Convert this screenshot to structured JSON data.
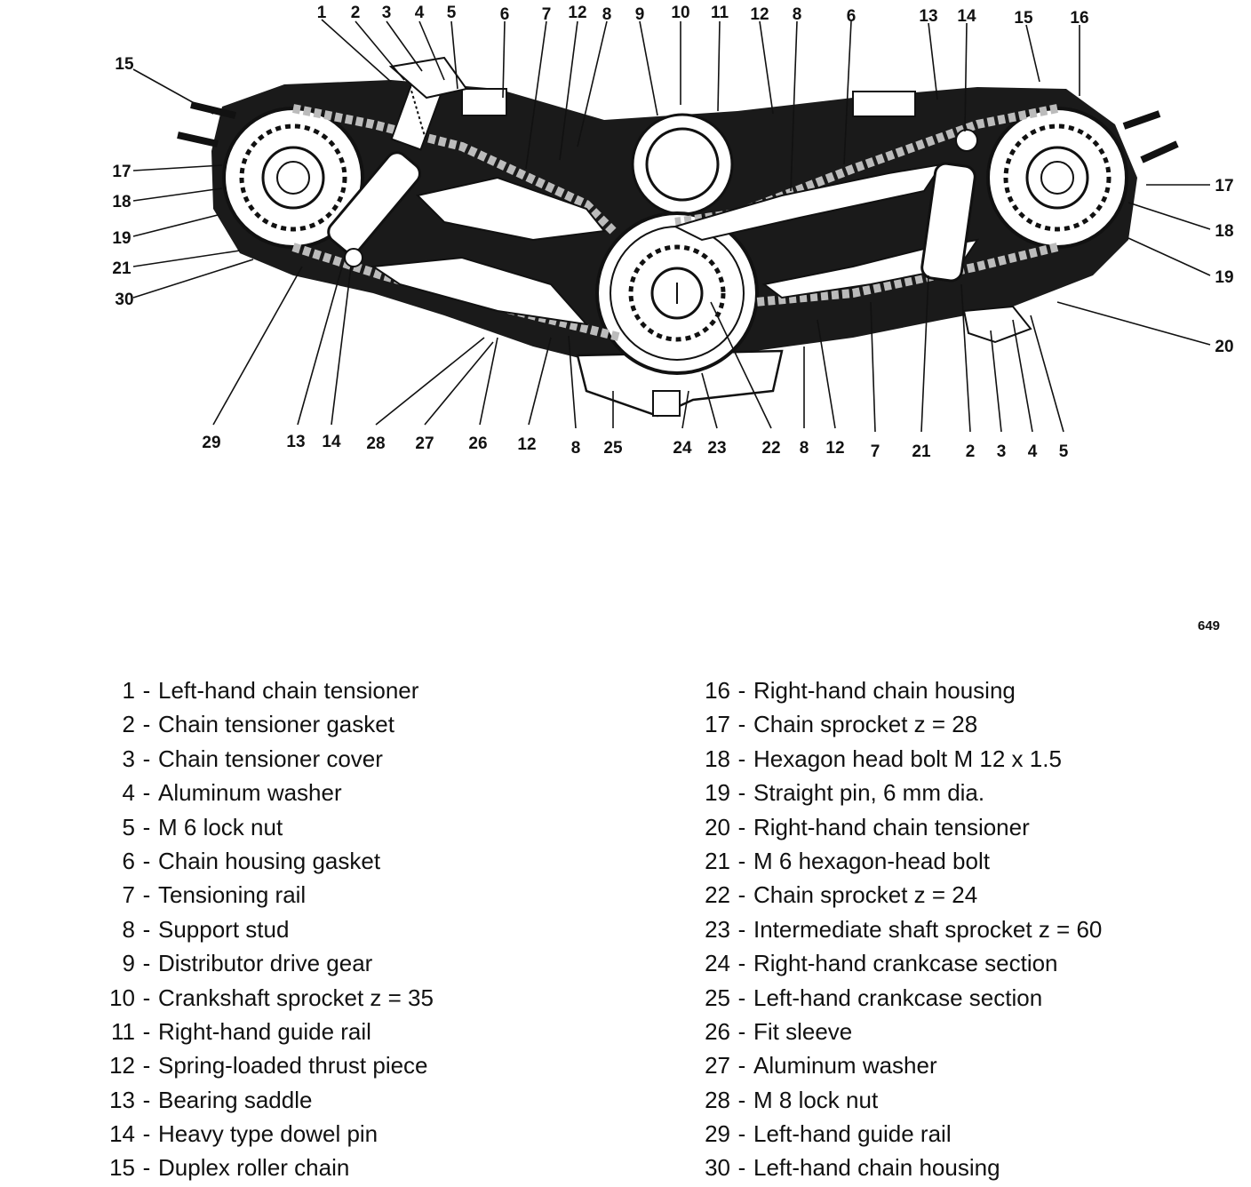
{
  "figure_number": "649",
  "callouts": [
    {
      "id": "t1",
      "label": "1"
    },
    {
      "id": "t2",
      "label": "2"
    },
    {
      "id": "t3",
      "label": "3"
    },
    {
      "id": "t4",
      "label": "4"
    },
    {
      "id": "t5",
      "label": "5"
    },
    {
      "id": "t6",
      "label": "6"
    },
    {
      "id": "t7",
      "label": "7"
    },
    {
      "id": "t12",
      "label": "12"
    },
    {
      "id": "t8",
      "label": "8"
    },
    {
      "id": "t9",
      "label": "9"
    },
    {
      "id": "t10",
      "label": "10"
    },
    {
      "id": "t11",
      "label": "11"
    },
    {
      "id": "t12b",
      "label": "12"
    },
    {
      "id": "t8b",
      "label": "8"
    },
    {
      "id": "t6b",
      "label": "6"
    },
    {
      "id": "t13",
      "label": "13"
    },
    {
      "id": "t14",
      "label": "14"
    },
    {
      "id": "t15",
      "label": "15"
    },
    {
      "id": "t16",
      "label": "16"
    },
    {
      "id": "l15",
      "label": "15"
    },
    {
      "id": "l17",
      "label": "17"
    },
    {
      "id": "l18",
      "label": "18"
    },
    {
      "id": "l19",
      "label": "19"
    },
    {
      "id": "l21",
      "label": "21"
    },
    {
      "id": "l30",
      "label": "30"
    },
    {
      "id": "r17",
      "label": "17"
    },
    {
      "id": "r18",
      "label": "18"
    },
    {
      "id": "r19",
      "label": "19"
    },
    {
      "id": "r20",
      "label": "20"
    },
    {
      "id": "b29",
      "label": "29"
    },
    {
      "id": "b13",
      "label": "13"
    },
    {
      "id": "b14",
      "label": "14"
    },
    {
      "id": "b28",
      "label": "28"
    },
    {
      "id": "b27",
      "label": "27"
    },
    {
      "id": "b26",
      "label": "26"
    },
    {
      "id": "b12",
      "label": "12"
    },
    {
      "id": "b8",
      "label": "8"
    },
    {
      "id": "b25",
      "label": "25"
    },
    {
      "id": "b24",
      "label": "24"
    },
    {
      "id": "b23",
      "label": "23"
    },
    {
      "id": "b22",
      "label": "22"
    },
    {
      "id": "b8b",
      "label": "8"
    },
    {
      "id": "b12b",
      "label": "12"
    },
    {
      "id": "b7",
      "label": "7"
    },
    {
      "id": "b21",
      "label": "21"
    },
    {
      "id": "b2",
      "label": "2"
    },
    {
      "id": "b3",
      "label": "3"
    },
    {
      "id": "b4",
      "label": "4"
    },
    {
      "id": "b5",
      "label": "5"
    }
  ],
  "legend": [
    {
      "num": "1",
      "text": "Left-hand chain tensioner"
    },
    {
      "num": "2",
      "text": "Chain tensioner gasket"
    },
    {
      "num": "3",
      "text": "Chain tensioner cover"
    },
    {
      "num": "4",
      "text": "Aluminum washer"
    },
    {
      "num": "5",
      "text": "M 6 lock nut"
    },
    {
      "num": "6",
      "text": "Chain housing gasket"
    },
    {
      "num": "7",
      "text": "Tensioning rail"
    },
    {
      "num": "8",
      "text": "Support stud"
    },
    {
      "num": "9",
      "text": "Distributor drive gear"
    },
    {
      "num": "10",
      "text": "Crankshaft sprocket z = 35"
    },
    {
      "num": "11",
      "text": "Right-hand guide rail"
    },
    {
      "num": "12",
      "text": "Spring-loaded thrust piece"
    },
    {
      "num": "13",
      "text": "Bearing saddle"
    },
    {
      "num": "14",
      "text": "Heavy type dowel pin"
    },
    {
      "num": "15",
      "text": "Duplex roller chain"
    },
    {
      "num": "16",
      "text": "Right-hand chain housing"
    },
    {
      "num": "17",
      "text": "Chain sprocket z = 28"
    },
    {
      "num": "18",
      "text": "Hexagon head bolt M 12 x 1.5"
    },
    {
      "num": "19",
      "text": "Straight pin, 6 mm dia."
    },
    {
      "num": "20",
      "text": "Right-hand chain tensioner"
    },
    {
      "num": "21",
      "text": "M 6 hexagon-head bolt"
    },
    {
      "num": "22",
      "text": "Chain sprocket z = 24"
    },
    {
      "num": "23",
      "text": "Intermediate shaft sprocket z = 60"
    },
    {
      "num": "24",
      "text": "Right-hand crankcase section"
    },
    {
      "num": "25",
      "text": "Left-hand crankcase section"
    },
    {
      "num": "26",
      "text": "Fit sleeve"
    },
    {
      "num": "27",
      "text": "Aluminum washer"
    },
    {
      "num": "28",
      "text": "M 8 lock nut"
    },
    {
      "num": "29",
      "text": "Left-hand guide rail"
    },
    {
      "num": "30",
      "text": "Left-hand chain housing"
    }
  ],
  "legend_separator": "-"
}
